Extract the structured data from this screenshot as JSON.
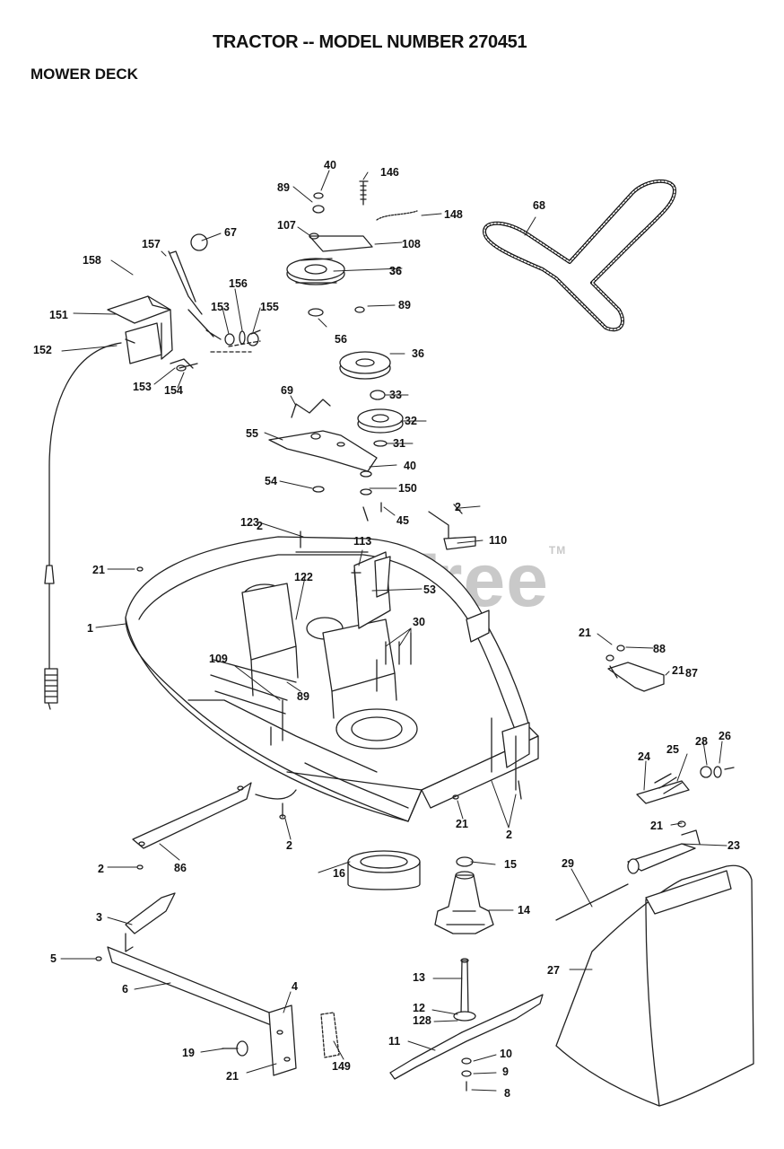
{
  "header": {
    "title": "TRACTOR -- MODEL NUMBER 270451",
    "section": "MOWER DECK"
  },
  "watermark": {
    "text": "PartsTree",
    "tm": "TM"
  },
  "parts": [
    "1",
    "2",
    "2",
    "2",
    "2",
    "2",
    "3",
    "4",
    "5",
    "6",
    "8",
    "9",
    "10",
    "11",
    "12",
    "13",
    "14",
    "15",
    "16",
    "19",
    "21",
    "21",
    "21",
    "21",
    "21",
    "21",
    "23",
    "24",
    "25",
    "26",
    "27",
    "28",
    "29",
    "30",
    "31",
    "32",
    "33",
    "36",
    "36",
    "36",
    "40",
    "40",
    "45",
    "53",
    "54",
    "55",
    "56",
    "67",
    "68",
    "69",
    "86",
    "87",
    "88",
    "89",
    "89",
    "89",
    "107",
    "108",
    "109",
    "110",
    "113",
    "122",
    "123",
    "128",
    "146",
    "148",
    "149",
    "150",
    "151",
    "152",
    "153",
    "153",
    "154",
    "155",
    "156",
    "157",
    "158"
  ]
}
